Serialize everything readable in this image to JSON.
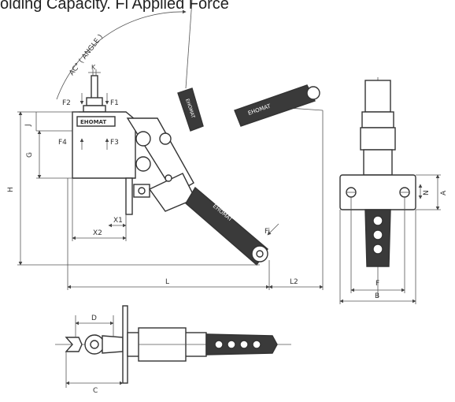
{
  "caption": "olding Capacity. Fi Applied Force",
  "angle_label": "AC° ( ANGLE )",
  "force_labels": {
    "f1": "F1",
    "f2": "F2",
    "f3": "F3",
    "f4": "F4",
    "fi": "Fi"
  },
  "dimension_labels": {
    "a": "A",
    "b": "B",
    "c": "C",
    "d": "D",
    "f": "F",
    "g": "G",
    "h": "H",
    "j": "J",
    "k": "K",
    "l": "L",
    "l2": "L2",
    "n": "N",
    "x1": "X1",
    "x2": "X2"
  },
  "brand_text": "EHOMAT"
}
